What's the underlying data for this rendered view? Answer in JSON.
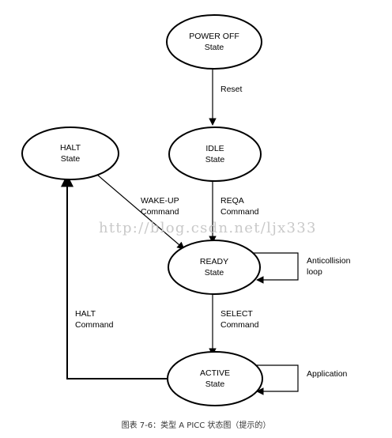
{
  "states": {
    "power_off": {
      "line1": "POWER OFF",
      "line2": "State"
    },
    "idle": {
      "line1": "IDLE",
      "line2": "State"
    },
    "halt": {
      "line1": "HALT",
      "line2": "State"
    },
    "ready": {
      "line1": "READY",
      "line2": "State"
    },
    "active": {
      "line1": "ACTIVE",
      "line2": "State"
    }
  },
  "transitions": {
    "reset": {
      "line1": "Reset"
    },
    "reqa": {
      "line1": "REQA",
      "line2": "Command"
    },
    "wake_up": {
      "line1": "WAKE-UP",
      "line2": "Command"
    },
    "select": {
      "line1": "SELECT",
      "line2": "Command"
    },
    "halt_cmd": {
      "line1": "HALT",
      "line2": "Command"
    },
    "anticollision": {
      "line1": "Anticollision",
      "line2": "loop"
    },
    "application": {
      "line1": "Application"
    }
  },
  "watermark": "http://blog.csdn.net/ljx333",
  "caption": "图表 7-6：类型 A PICC 状态图（提示的）"
}
